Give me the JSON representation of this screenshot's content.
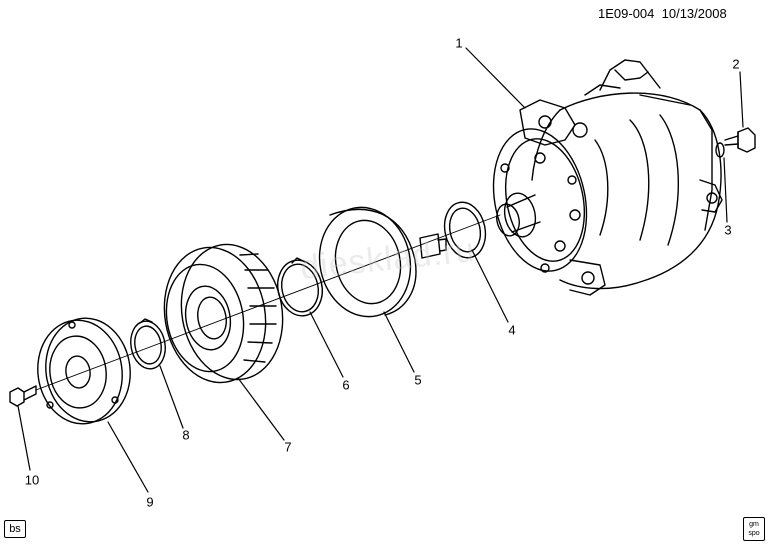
{
  "header": {
    "drawing_id": "1E09-004",
    "date": "10/13/2008"
  },
  "callouts": [
    "1",
    "2",
    "3",
    "4",
    "5",
    "6",
    "7",
    "8",
    "9",
    "10"
  ],
  "footer": {
    "badge_left": "bs",
    "stamp_right": "gm spo"
  },
  "watermark": "diesklad.ru"
}
